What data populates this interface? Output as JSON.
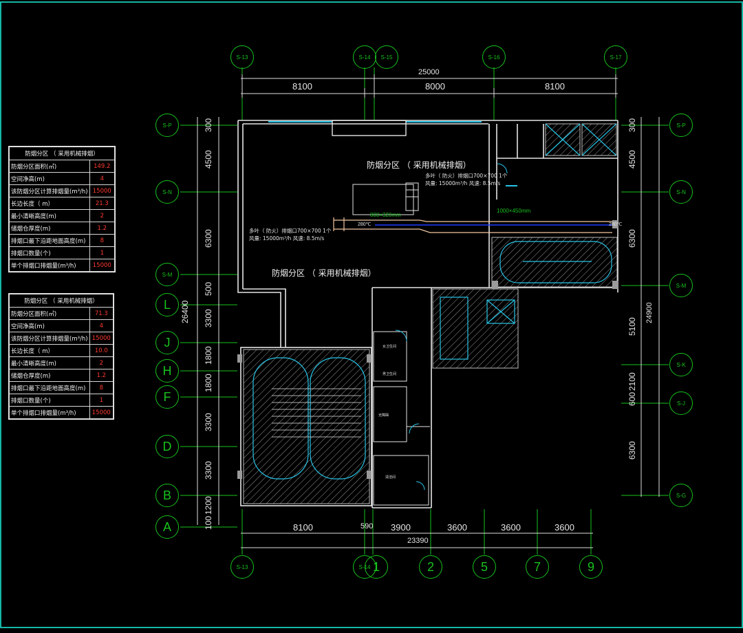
{
  "colors": {
    "background": "#000000",
    "axis": "#18c21e",
    "wall": "#e6e6e6",
    "glass": "#27c4e6",
    "hatch": "#9a9a9a",
    "value": "#ff3b30",
    "duct": "#f2c8a0",
    "frame": "#14b8a6"
  },
  "top_axes": [
    "S-13",
    "S-14",
    "S-15",
    "S-16",
    "S-17"
  ],
  "top_dims": {
    "total": "25000",
    "segments": [
      "8100",
      "8000",
      "8100"
    ]
  },
  "left_axes": [
    "S-P",
    "S-N",
    "S-M",
    "L",
    "J",
    "H",
    "F",
    "D",
    "B",
    "A"
  ],
  "left_dims": {
    "total": "26400",
    "segments": [
      "300",
      "4500",
      "6300",
      "500",
      "3300",
      "1800",
      "1800",
      "3300",
      "3300",
      "1200",
      "100"
    ]
  },
  "right_axes": [
    "S-P",
    "S-N",
    "S-M",
    "S-K",
    "S-J",
    "S-G"
  ],
  "right_dims": {
    "total": "24900",
    "segments": [
      "300",
      "4500",
      "6300",
      "5100",
      "2100",
      "600",
      "6300"
    ]
  },
  "bottom_axes": [
    "S-13",
    "S-14",
    "1",
    "2",
    "5",
    "7",
    "9"
  ],
  "bottom_dims": {
    "total": "23390",
    "segments": [
      "8100",
      "590",
      "3900",
      "3600",
      "3600",
      "3600"
    ]
  },
  "zone_labels": {
    "upper": "防烟分区 （ 采用机械排烟）",
    "lower": "防烟分区 （ 采用机械排烟）"
  },
  "duct_labels": {
    "duct_a": "800×320mm",
    "duct_b": "1000×450mm",
    "note_left_1": "多叶（ 防火）排烟口700×700 1个",
    "note_left_2": "风量: 15000m³/h 风速: 8.5m/s",
    "note_top_1": "多叶（ 防火）排烟口700×700 1个",
    "note_top_2": "风量: 15000m³/h 风速: 8.5m/s",
    "damper_1": "280℃",
    "damper_2": "280℃"
  },
  "table1": {
    "title": "防烟分区 （ 采用机械排烟）",
    "rows": [
      {
        "label": "防烟分区面积(㎡)",
        "value": "149.2"
      },
      {
        "label": "空间净高(m)",
        "value": "4"
      },
      {
        "label": "该防烟分区计算排烟量(m³/h)",
        "value": "15000"
      },
      {
        "label": "长边长度（ m）",
        "value": "21.3"
      },
      {
        "label": "最小清晰高度(m)",
        "value": "2"
      },
      {
        "label": "储烟仓厚度(m)",
        "value": "1.2"
      },
      {
        "label": "排烟口最下沿距地面高度(m)",
        "value": "8"
      },
      {
        "label": "排烟口数量(个)",
        "value": "1"
      },
      {
        "label": "单个排烟口排烟量(m³/h)",
        "value": "15000"
      }
    ]
  },
  "table2": {
    "title": "防烟分区 （ 采用机械排烟）",
    "rows": [
      {
        "label": "防烟分区面积(㎡)",
        "value": "71.3"
      },
      {
        "label": "空间净高(m)",
        "value": "4"
      },
      {
        "label": "该防烟分区计算排烟量(m³/h)",
        "value": "15000"
      },
      {
        "label": "长边长度（ m）",
        "value": "10.0"
      },
      {
        "label": "最小清晰高度(m)",
        "value": "2"
      },
      {
        "label": "储烟仓厚度(m)",
        "value": "1.2"
      },
      {
        "label": "排烟口最下沿距地面高度(m)",
        "value": "8"
      },
      {
        "label": "排烟口数量(个)",
        "value": "1"
      },
      {
        "label": "单个排烟口排烟量(m³/h)",
        "value": "15000"
      }
    ]
  },
  "room_labels": {
    "r1": "女卫生间",
    "r2": "男卫生间",
    "r3": "无障碍",
    "r4": "清洁间"
  }
}
